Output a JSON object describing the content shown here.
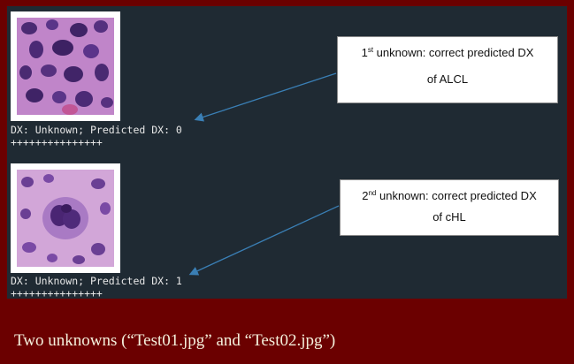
{
  "items": [
    {
      "image_alt": "Histology image Test01.jpg",
      "result": "DX: Unknown; Predicted DX: 0",
      "separator": "+++++++++++++++",
      "callout": {
        "ordinal": "1",
        "ordinal_suffix": "st",
        "line1_rest": " unknown: correct predicted DX",
        "line2": "of ALCL"
      }
    },
    {
      "image_alt": "Histology image Test02.jpg",
      "result": "DX: Unknown; Predicted DX: 1",
      "separator": "+++++++++++++++",
      "callout": {
        "ordinal": "2",
        "ordinal_suffix": "nd",
        "line1_rest": " unknown: correct predicted DX",
        "line2": "of cHL"
      }
    }
  ],
  "caption": "Two unknowns (“Test01.jpg” and “Test02.jpg”)",
  "colors": {
    "slide_background": "#6b0000",
    "console_background": "#1f2a33",
    "arrow": "#3a7fb5",
    "caption_text": "#f4f0dc"
  }
}
